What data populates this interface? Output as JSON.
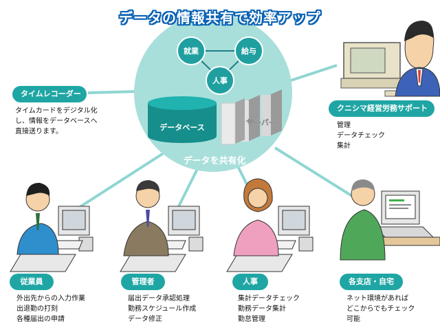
{
  "title": "データの情報共有で効率アップ",
  "center": {
    "nodes": [
      "就業",
      "給与",
      "人事"
    ],
    "database_label": "データベース",
    "server_label": "サーバー",
    "share_label": "データを共有化"
  },
  "time_recorder": {
    "label": "タイムレコーダー",
    "lines": [
      "タイムカードをデジタル化",
      "し、情報をデータベースへ",
      "直接送ります。"
    ]
  },
  "kunishima": {
    "label": "クニシマ経営労務サポート",
    "lines": [
      "管理",
      "データチェック",
      "集計"
    ]
  },
  "roles": [
    {
      "label": "従業員",
      "lines": [
        "外出先からの入力作業",
        "出退勤の打刻",
        "各種届出の申請"
      ]
    },
    {
      "label": "管理者",
      "lines": [
        "届出データ承認処理",
        "勤務スケジュール作成",
        "データ修正"
      ]
    },
    {
      "label": "人事",
      "lines": [
        "集計データチェック",
        "勤務データ集計",
        "勤怠管理"
      ]
    },
    {
      "label": "各支店・自宅",
      "lines": [
        "ネット環境があれば",
        "どこからでもチェック",
        "可能"
      ]
    }
  ],
  "colors": {
    "teal": "#1fa6a4",
    "circle": "#a9dfdb",
    "line": "#8fd6d2",
    "title_stroke": "#0a62b4"
  }
}
